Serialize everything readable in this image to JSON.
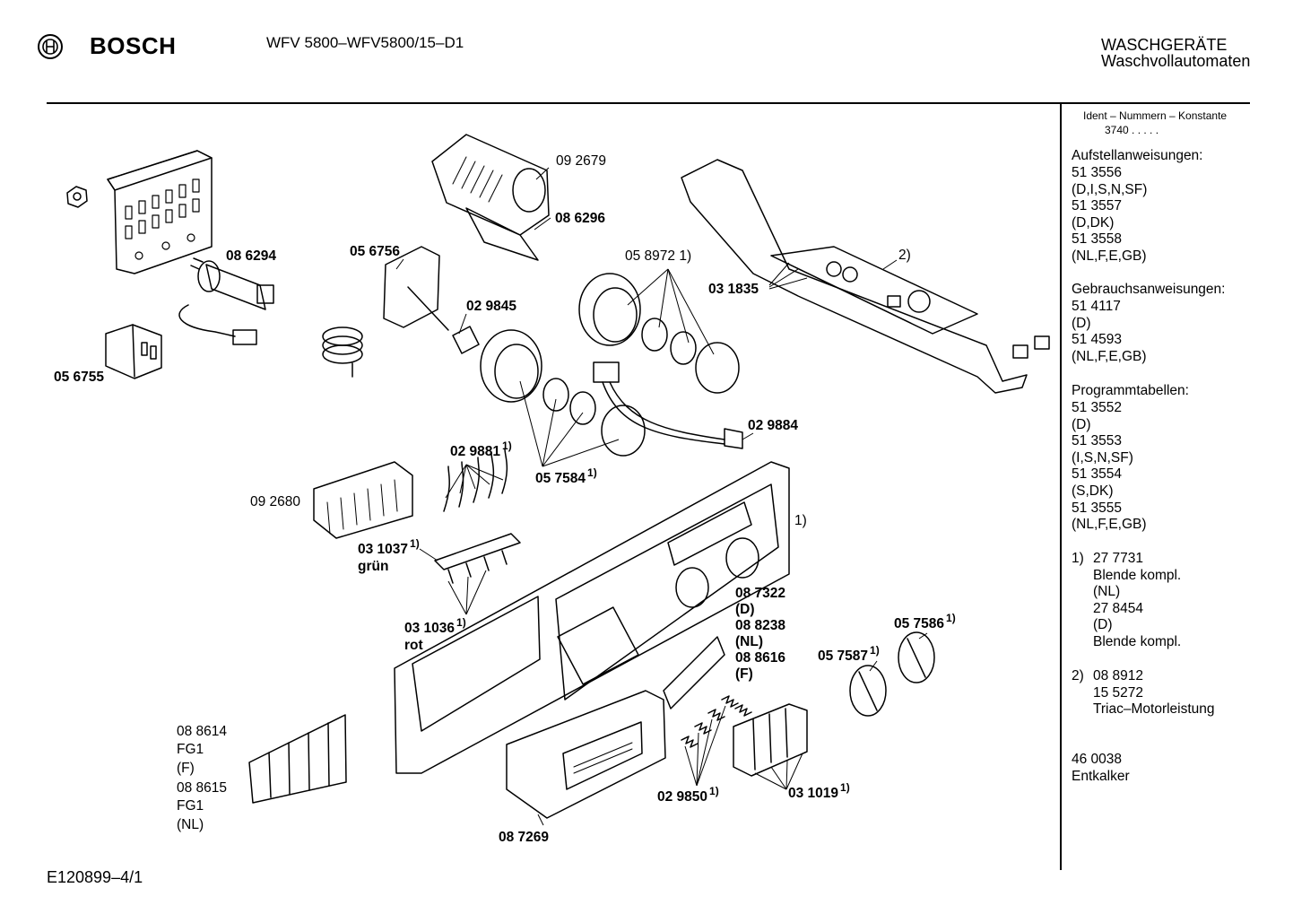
{
  "header": {
    "brand": "BOSCH",
    "model": "WFV 5800–WFV5800/15–D1",
    "category_line1": "WASCHGERÄTE",
    "category_line2": "Waschvollautomaten"
  },
  "footer": {
    "code": "E120899–4/1"
  },
  "side_panel": {
    "ident_title": "Ident – Nummern – Konstante",
    "ident_value": "3740  .  .  .  .  .",
    "aufstell_title": "Aufstellanweisungen:",
    "aufstell": [
      "51 3556",
      "(D,I,S,N,SF)",
      "51 3557",
      "(D,DK)",
      "51 3558",
      "(NL,F,E,GB)"
    ],
    "gebrauch_title": "Gebrauchsanweisungen:",
    "gebrauch": [
      "51 4117",
      "(D)",
      "51 4593",
      "(NL,F,E,GB)"
    ],
    "programm_title": "Programmtabellen:",
    "programm": [
      "51 3552",
      "(D)",
      "51 3553",
      "(I,S,N,SF)",
      "51 3554",
      "(S,DK)",
      "51 3555",
      "(NL,F,E,GB)"
    ],
    "note1_marker": "1)",
    "note1": [
      "27 7731",
      "Blende kompl.",
      "(NL)",
      "27 8454",
      "(D)",
      "Blende kompl."
    ],
    "note2_marker": "2)",
    "note2": [
      "08 8912",
      "15 5272",
      "Triac–Motorleistung"
    ],
    "extra": [
      "46 0038",
      "Entkalker"
    ]
  },
  "parts": {
    "p092679": "09 2679",
    "p086296": "08 6296",
    "p086294": "08 6294",
    "p056756": "05 6756",
    "p056755": "05 6755",
    "p029845": "02 9845",
    "p058972": "05 8972",
    "p058972_note": "1)",
    "p031835": "03 1835",
    "p_2": "2)",
    "p029884": "02 9884",
    "p029881": "02 9881",
    "p029881_note": "1)",
    "p057584": "05 7584",
    "p057584_note": "1)",
    "p092680": "09 2680",
    "p031037": "03 1037",
    "p031037_note": "1)",
    "p031037_sub": "grün",
    "p_panel_note": "1)",
    "p031036": "03 1036",
    "p031036_note": "1)",
    "p031036_sub": "rot",
    "p087322": "08 7322",
    "p087322_sub": "(D)",
    "p088238": "08 8238",
    "p088238_sub": "(NL)",
    "p088616": "08 8616",
    "p088616_sub": "(F)",
    "p057586": "05 7586",
    "p057586_note": "1)",
    "p057587": "05 7587",
    "p057587_note": "1)",
    "p088614": "08 8614",
    "p088614_sub1": "FG1",
    "p088614_sub2": "(F)",
    "p088615": "08 8615",
    "p088615_sub1": "FG1",
    "p088615_sub2": "(NL)",
    "p029850": "02 9850",
    "p029850_note": "1)",
    "p031019": "03 1019",
    "p031019_note": "1)",
    "p087269": "08 7269"
  }
}
